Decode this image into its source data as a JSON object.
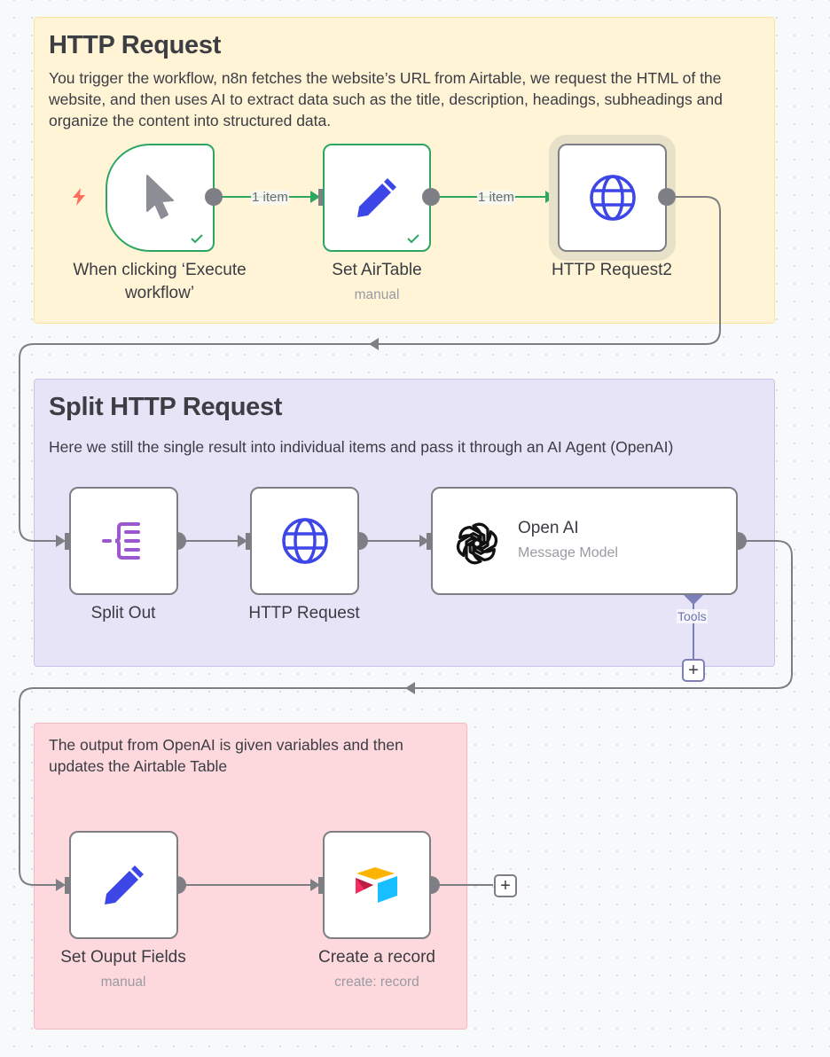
{
  "canvas": {
    "background": "#f8f9fb",
    "edge_color": "#7e7f85",
    "success_color": "#2ea661",
    "ai_connector_color": "#7b80bb"
  },
  "sticky_notes": [
    {
      "id": "http_request_note",
      "title": "HTTP Request",
      "body": "You trigger the workflow, n8n fetches the website’s URL from Airtable, we request the HTML of the website, and then uses AI to extract data such as the title, description, headings, subheadings and organize the content into structured data.",
      "color": "#fff4d6"
    },
    {
      "id": "split_note",
      "title": "Split HTTP Request",
      "body": "Here we still the single result into individual items and pass it through an AI Agent (OpenAI)",
      "color": "#e6e4f6"
    },
    {
      "id": "output_note",
      "title": "",
      "body": "The output from OpenAI is given variables and then updates the Airtable Table",
      "color": "#fdd9dd"
    }
  ],
  "nodes": {
    "trigger": {
      "label": "When clicking ‘Execute workflow’",
      "icon": "mouse-pointer-icon",
      "status": "success"
    },
    "set_airtable": {
      "label": "Set AirTable",
      "subtitle": "manual",
      "icon": "pencil-icon",
      "status": "success"
    },
    "http_request2": {
      "label": "HTTP Request2",
      "icon": "globe-icon",
      "selected": true
    },
    "split_out": {
      "label": "Split Out",
      "icon": "split-out-icon"
    },
    "http_request": {
      "label": "HTTP Request",
      "icon": "globe-icon"
    },
    "open_ai": {
      "label": "Open AI",
      "subtitle": "Message Model",
      "icon": "openai-icon",
      "tools_label": "Tools"
    },
    "set_output_fields": {
      "label": "Set Ouput Fields",
      "subtitle": "manual",
      "icon": "pencil-icon"
    },
    "create_record": {
      "label": "Create a record",
      "subtitle": "create: record",
      "icon": "airtable-icon"
    }
  },
  "edges": {
    "trigger_to_set": {
      "label": "1 item"
    },
    "set_to_http2": {
      "label": "1 item"
    }
  },
  "buttons": {
    "add_plus": "+"
  }
}
